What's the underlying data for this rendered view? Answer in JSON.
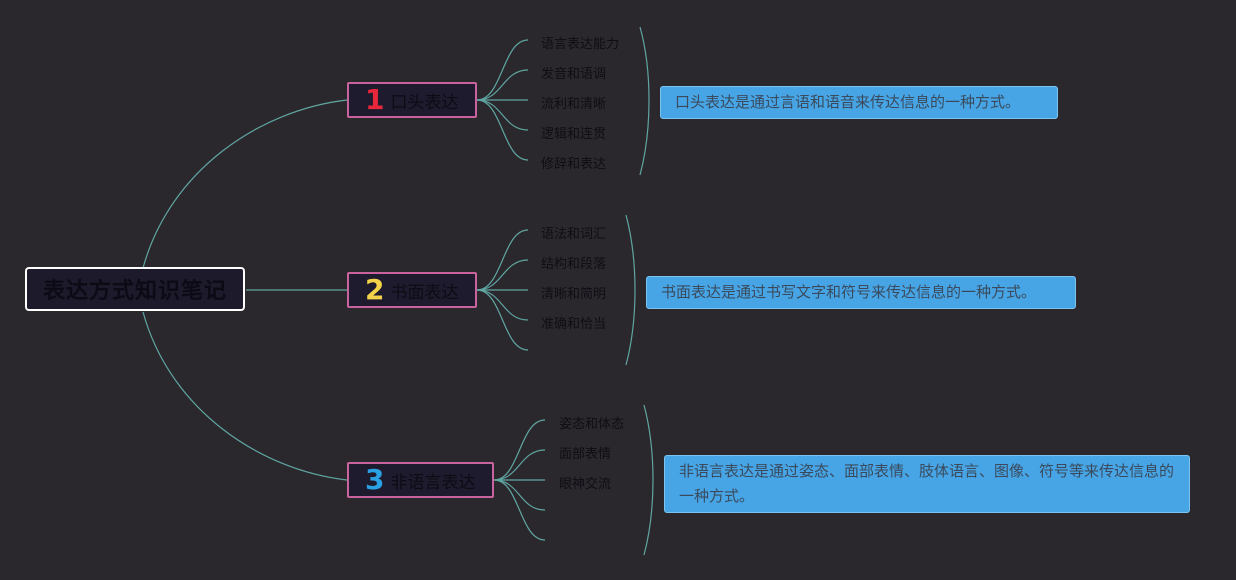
{
  "root": {
    "label": "表达方式知识笔记"
  },
  "branches": [
    {
      "number": "1",
      "label": "口头表达",
      "number_color": "#e8283a",
      "leaves": [
        "语言表达能力",
        "发音和语调",
        "流利和清晰",
        "逻辑和连贯",
        "修辞和表达"
      ],
      "note": "口头表达是通过言语和语音来传达信息的一种方式。"
    },
    {
      "number": "2",
      "label": "书面表达",
      "number_color": "#f4d24a",
      "leaves": [
        "语法和词汇",
        "结构和段落",
        "清晰和简明",
        "准确和恰当"
      ],
      "note": "书面表达是通过书写文字和符号来传达信息的一种方式。"
    },
    {
      "number": "3",
      "label": "非语言表达",
      "number_color": "#2aa1e3",
      "leaves": [
        "姿态和体态",
        "面部表情",
        "眼神交流"
      ],
      "note": "非语言表达是通过姿态、面部表情、肢体语言、图像、符号等来传达信息的一种方式。"
    }
  ],
  "colors": {
    "background": "#2b282d",
    "link": "#5fa6a2",
    "branch_border": "#c9639d",
    "note_fill": "#47a5e6"
  }
}
